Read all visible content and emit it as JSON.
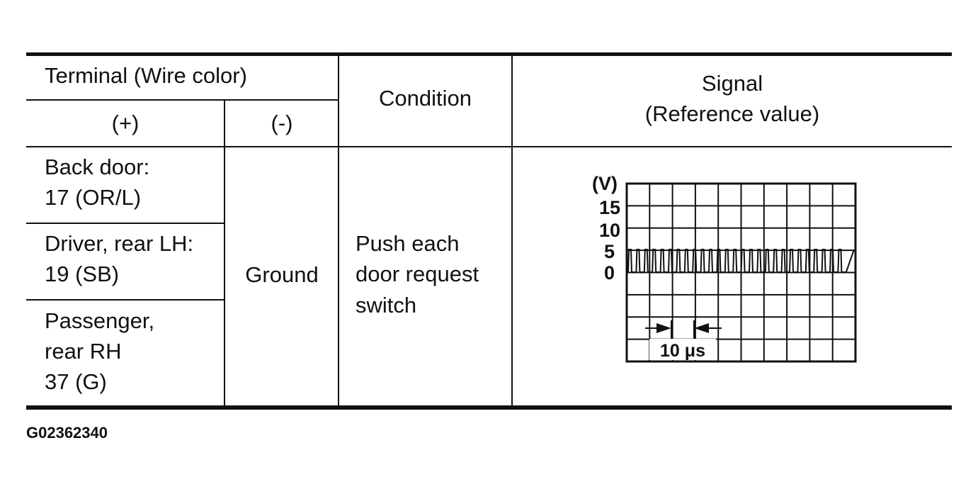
{
  "header": {
    "terminal": "Terminal (Wire color)",
    "plus": "(+)",
    "minus": "(-)",
    "condition": "Condition",
    "signal_line1": "Signal",
    "signal_line2": "(Reference value)"
  },
  "rows": [
    {
      "line1": "Back door:",
      "line2": "17 (OR/L)"
    },
    {
      "line1": "Driver, rear LH:",
      "line2": "19 (SB)"
    },
    {
      "line1": "Passenger,",
      "line2": "rear RH",
      "line3": "37 (G)"
    }
  ],
  "minus_value": "Ground",
  "condition": {
    "line1": "Push each",
    "line2": "door request",
    "line3": "switch"
  },
  "scope": {
    "unit": "(V)",
    "y_ticks": [
      "15",
      "10",
      "5",
      "0"
    ],
    "time_label": "10 μs"
  },
  "figure_code": "G02362340"
}
